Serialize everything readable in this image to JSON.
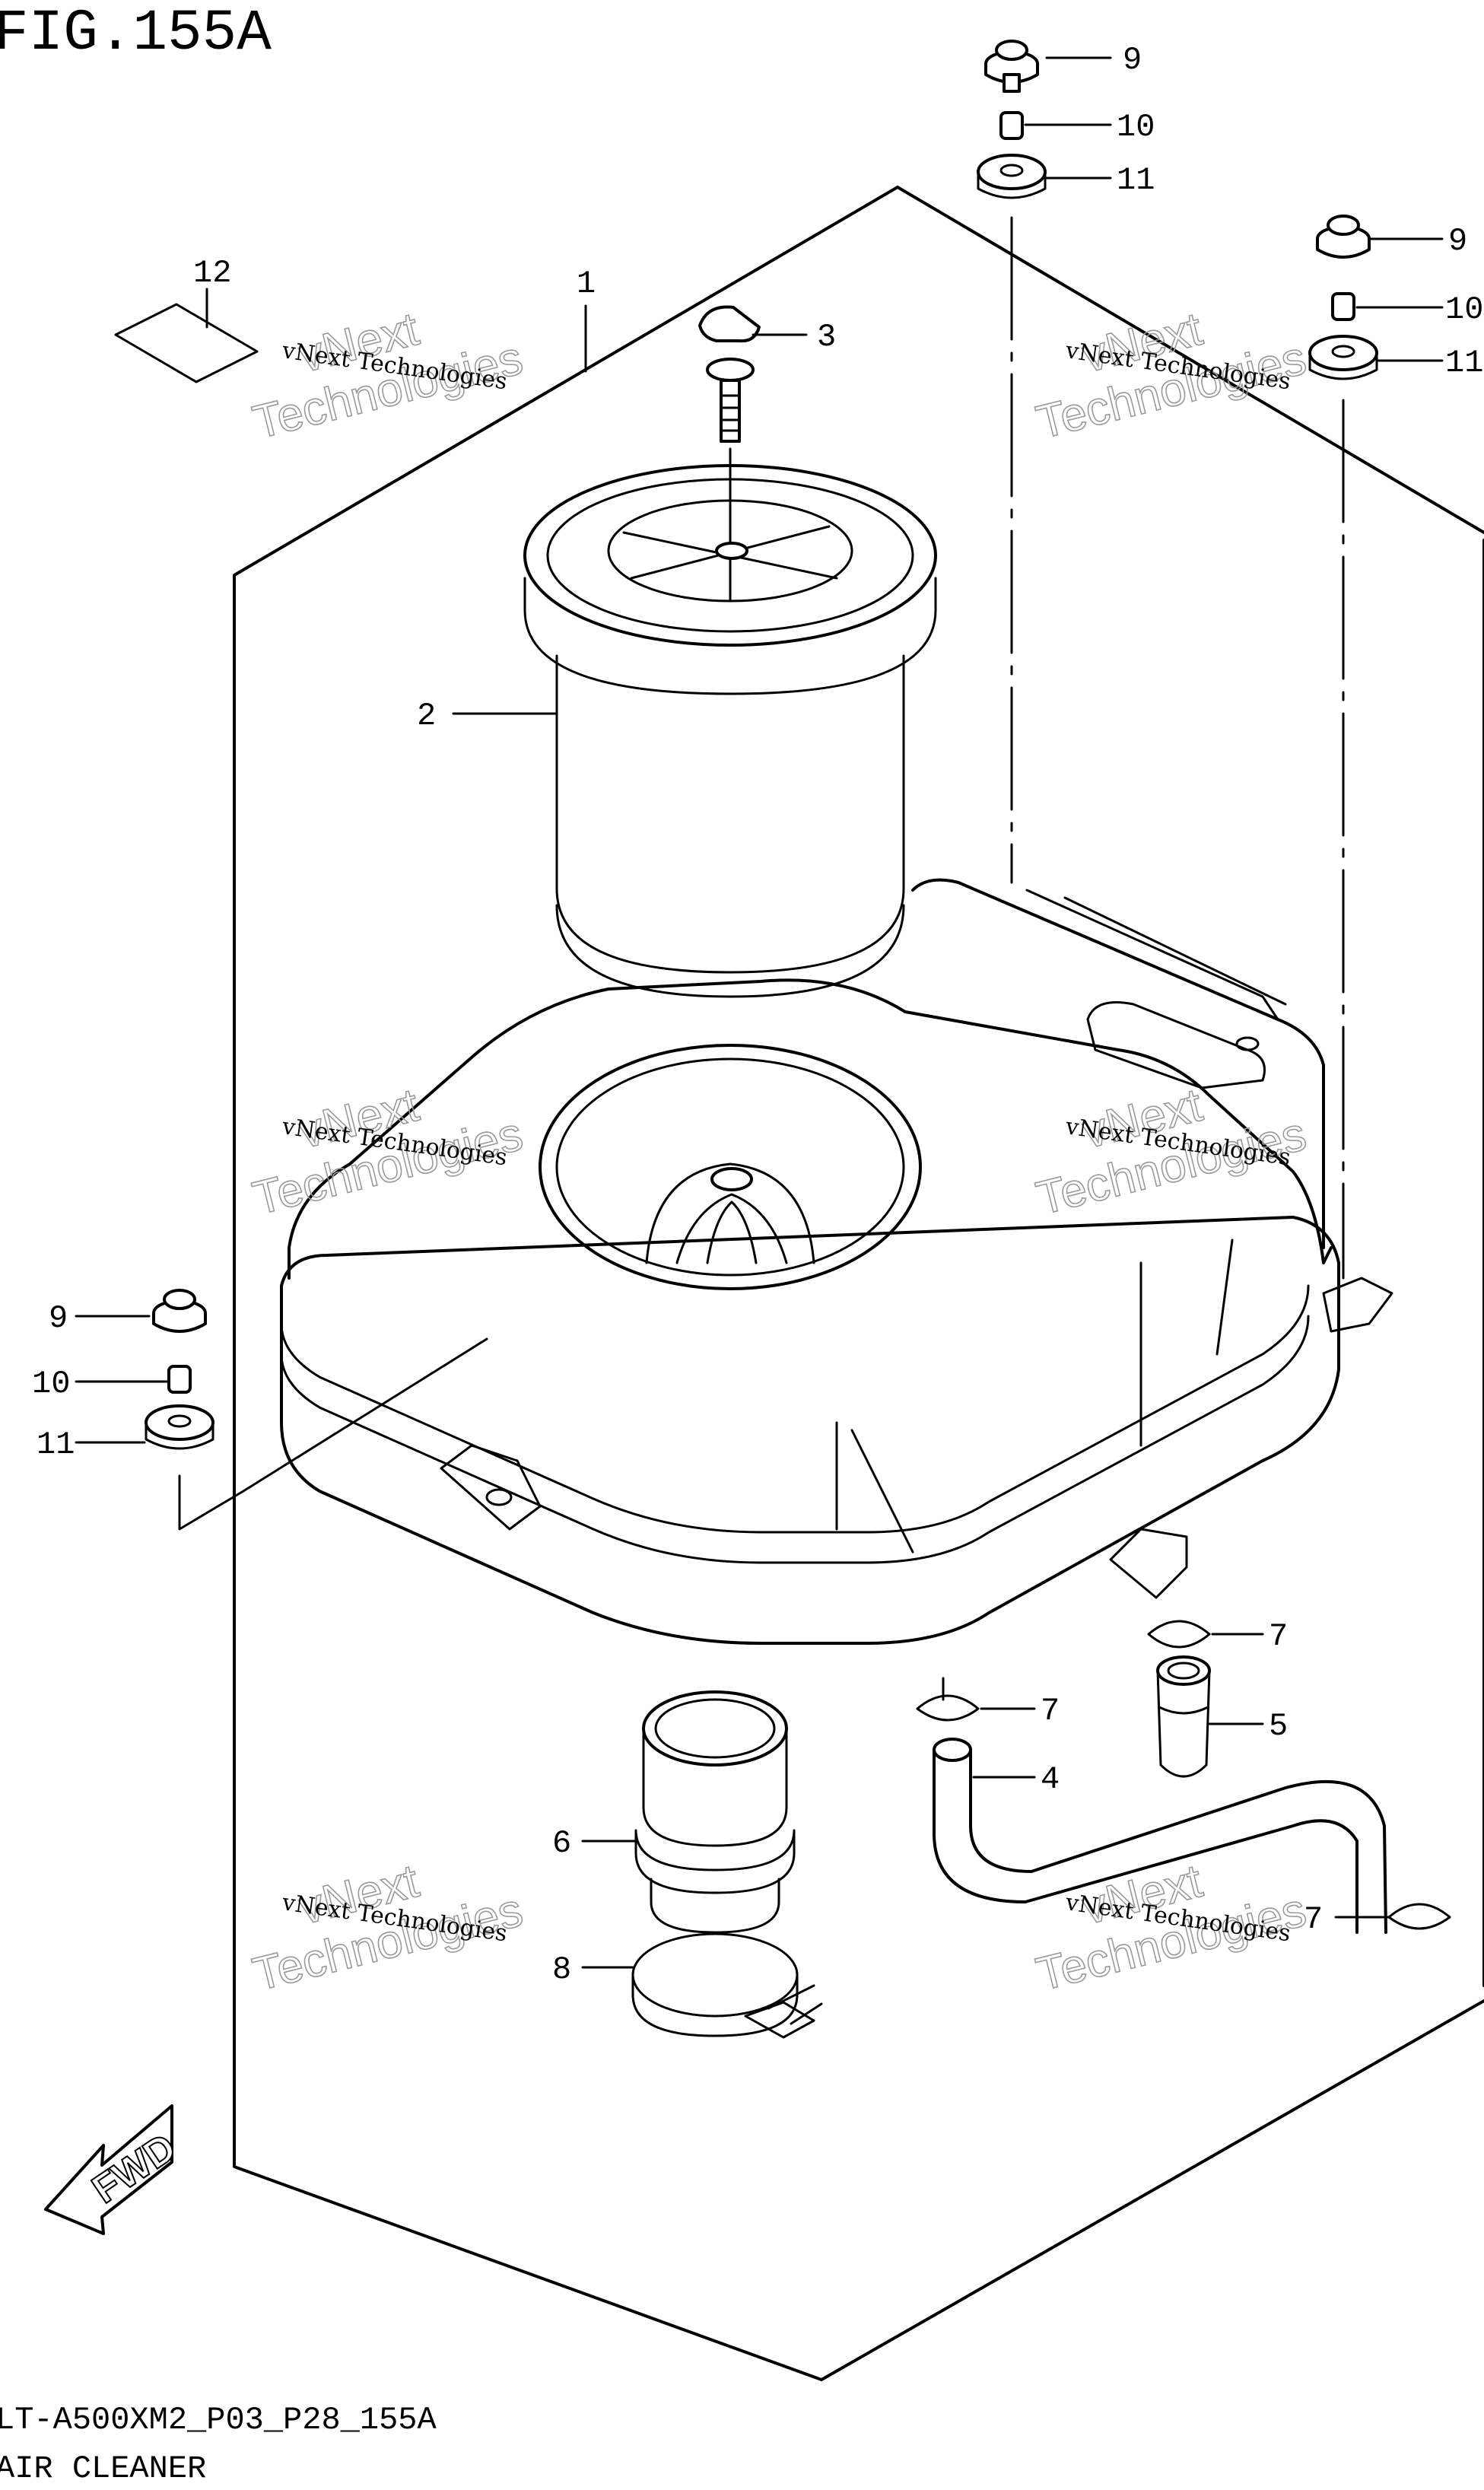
{
  "figure": {
    "title": "FIG.155A",
    "code": "LT-A500XM2_P03_P28_155A",
    "name": "AIR CLEANER"
  },
  "watermark": {
    "small": "vNext Technologies",
    "big_line1": "vNext",
    "big_line2": "Technologies"
  },
  "fwd_label": "FWD",
  "callouts": [
    {
      "id": "c12",
      "label": "12"
    },
    {
      "id": "c1",
      "label": "1"
    },
    {
      "id": "c3",
      "label": "3"
    },
    {
      "id": "c2",
      "label": "2"
    },
    {
      "id": "c9a",
      "label": "9"
    },
    {
      "id": "c10a",
      "label": "10"
    },
    {
      "id": "c11a",
      "label": "11"
    },
    {
      "id": "c9b",
      "label": "9"
    },
    {
      "id": "c10b",
      "label": "10"
    },
    {
      "id": "c11b",
      "label": "11"
    },
    {
      "id": "c9c",
      "label": "9"
    },
    {
      "id": "c10c",
      "label": "10"
    },
    {
      "id": "c11c",
      "label": "11"
    },
    {
      "id": "c7a",
      "label": "7"
    },
    {
      "id": "c7b",
      "label": "7"
    },
    {
      "id": "c5",
      "label": "5"
    },
    {
      "id": "c4",
      "label": "4"
    },
    {
      "id": "c6",
      "label": "6"
    },
    {
      "id": "c7c",
      "label": "7"
    },
    {
      "id": "c8",
      "label": "8"
    }
  ]
}
